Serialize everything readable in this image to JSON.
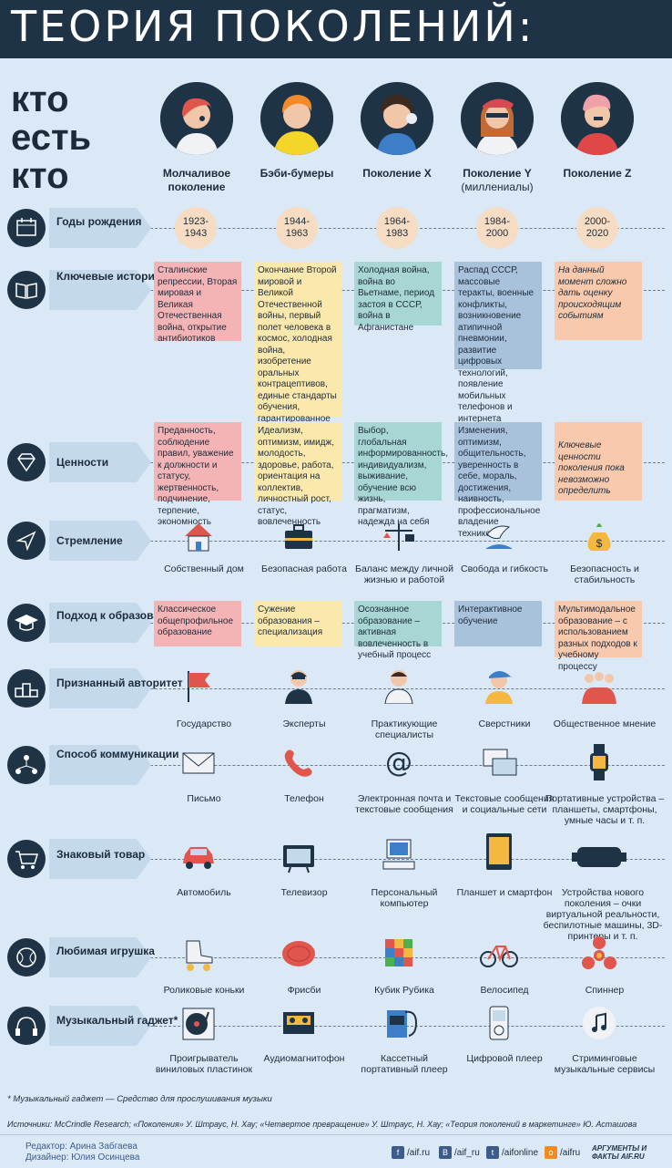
{
  "title": "ТЕОРИЯ ПОКОЛЕНИЙ:",
  "subtitle_lines": [
    "кто",
    "есть",
    "кто"
  ],
  "generations": [
    {
      "name": "Молчаливое поколение",
      "sub": ""
    },
    {
      "name": "Бэби-бумеры",
      "sub": ""
    },
    {
      "name": "Поколение X",
      "sub": ""
    },
    {
      "name": "Поколение Y",
      "sub": "(миллениалы)"
    },
    {
      "name": "Поколение Z",
      "sub": ""
    }
  ],
  "rows": {
    "years": {
      "label": "Годы рождения",
      "icon": "calendar-icon",
      "values": [
        "1923-\n1943",
        "1944-\n1963",
        "1964-\n1983",
        "1984-\n2000",
        "2000-\n2020"
      ]
    },
    "events": {
      "label": "Ключевые исторические события",
      "icon": "book-icon",
      "values": [
        "Сталинские репрессии, Вторая мировая и Великая Отечественная война, открытие антибиотиков",
        "Окончание Второй мировой и Великой Отечественной войны, первый полет человека в космос, холодная война, изобретение оральных контрацептивов, единые стандарты обучения, гарантированное медицинское обслуживание, рок-фестивали",
        "Холодная война, война во Вьетнаме, период застоя в СССР, война в Афганистане",
        "Распад СССР, массовые теракты, военные конфликты, возникновение атипичной пневмонии, развитие цифровых технологий, появление мобильных телефонов и интернета",
        "На данный момент сложно дать оценку происходящим событиям"
      ]
    },
    "values": {
      "label": "Ценности",
      "icon": "diamond-icon",
      "values": [
        "Преданность, соблюдение правил, уважение к должности и статусу, жертвенность, подчинение, терпение, экономность",
        "Идеализм, оптимизм, имидж, молодость, здоровье, работа, ориентация на коллектив, личностный рост, статус, вовлеченность",
        "Выбор, глобальная информированность, индивидуализм, выживание, обучение всю жизнь, прагматизм, надежда на себя",
        "Изменения, оптимизм, общительность, уверенность в себе, мораль, достижения, наивность, профессиональное владение техникой",
        "Ключевые ценности поколения пока невозможно определить"
      ]
    },
    "aspiration": {
      "label": "Стремление",
      "icon": "arrow-icon",
      "values": [
        "Собственный дом",
        "Безопасная работа",
        "Баланс между личной жизнью и работой",
        "Свобода и гибкость",
        "Безопасность и стабильность"
      ]
    },
    "education": {
      "label": "Подход к образованию",
      "icon": "graduation-cap-icon",
      "values": [
        "Классическое общепрофильное образование",
        "Сужение образования – специализация",
        "Осознанное образование – активная вовлеченность в учебный процесс",
        "Интерактивное обучение",
        "Мультимодальное образование – с использованием разных подходов к учебному процессу"
      ]
    },
    "authority": {
      "label": "Признанный авторитет",
      "icon": "podium-icon",
      "values": [
        "Государство",
        "Эксперты",
        "Практикующие специалисты",
        "Сверстники",
        "Общественное мнение"
      ]
    },
    "communication": {
      "label": "Способ коммуникации",
      "icon": "network-icon",
      "values": [
        "Письмо",
        "Телефон",
        "Электронная почта и текстовые сообщения",
        "Текстовые сообщения и социальные сети",
        "Портативные устройства – планшеты, смартфоны, умные часы и т. п."
      ]
    },
    "status_item": {
      "label": "Знаковый товар",
      "icon": "cart-icon",
      "values": [
        "Автомобиль",
        "Телевизор",
        "Персональный компьютер",
        "Планшет и смартфон",
        "Устройства нового поколения – очки виртуальной реальности, беспилотные машины, 3D-принтеры и т. п."
      ]
    },
    "toy": {
      "label": "Любимая игрушка",
      "icon": "ball-icon",
      "values": [
        "Роликовые коньки",
        "Фрисби",
        "Кубик Рубика",
        "Велосипед",
        "Спиннер"
      ]
    },
    "music": {
      "label": "Музыкальный гаджет*",
      "icon": "headphones-icon",
      "values": [
        "Проигрыватель виниловых пластинок",
        "Аудиомагнитофон",
        "Кассетный портативный плеер",
        "Цифровой плеер",
        "Стриминговые музыкальные сервисы"
      ]
    }
  },
  "footnote": "* Музыкальный гаджет — Средство для прослушивания музыки",
  "sources": "Источники: McCrindle Research; «Поколения» У. Штраус, Н. Хау; «Четвертое превращение» У. Штраус, Н. Хау; «Теория поколений в маркетинге» Ю. Асташова",
  "credits": {
    "editor": "Редактор: Арина Забгаева",
    "designer": "Дизайнер: Юлия Осинцева"
  },
  "social": [
    {
      "icon": "f",
      "label": "/aif.ru"
    },
    {
      "icon": "В",
      "label": "/aif_ru"
    },
    {
      "icon": "t",
      "label": "/aifonline"
    },
    {
      "icon": "о",
      "label": "/aifru"
    }
  ],
  "logo": "АРГУМЕНТЫ И ФАКТЫ AIF.RU",
  "colors": {
    "dark": "#1f3347",
    "background": "#dbe9f6",
    "pink": "#f4b4b6",
    "yellow": "#fbe8ad",
    "teal": "#a8d6d4",
    "blue": "#a9c2db",
    "peach": "#f8c9ad"
  }
}
